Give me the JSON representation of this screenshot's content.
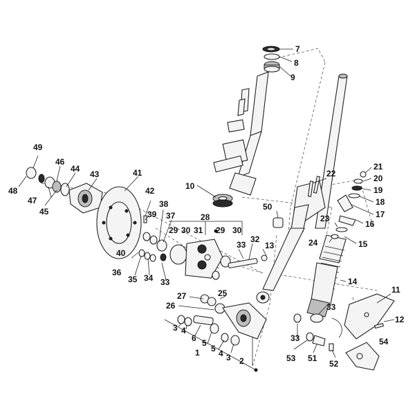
{
  "diagram": {
    "callouts": [
      {
        "id": "c7",
        "text": "7"
      },
      {
        "id": "c8",
        "text": "8"
      },
      {
        "id": "c9",
        "text": "9"
      },
      {
        "id": "c10",
        "text": "10"
      },
      {
        "id": "c11",
        "text": "11"
      },
      {
        "id": "c12",
        "text": "12"
      },
      {
        "id": "c13",
        "text": "13"
      },
      {
        "id": "c14",
        "text": "14"
      },
      {
        "id": "c15",
        "text": "15"
      },
      {
        "id": "c16",
        "text": "16"
      },
      {
        "id": "c17",
        "text": "17"
      },
      {
        "id": "c18",
        "text": "18"
      },
      {
        "id": "c19",
        "text": "19"
      },
      {
        "id": "c20",
        "text": "20"
      },
      {
        "id": "c21",
        "text": "21"
      },
      {
        "id": "c22",
        "text": "22"
      },
      {
        "id": "c23",
        "text": "23"
      },
      {
        "id": "c24",
        "text": "24"
      },
      {
        "id": "c25",
        "text": "25"
      },
      {
        "id": "c26",
        "text": "26"
      },
      {
        "id": "c27",
        "text": "27"
      },
      {
        "id": "c28",
        "text": "28"
      },
      {
        "id": "c29a",
        "text": "29"
      },
      {
        "id": "c29b",
        "text": "29"
      },
      {
        "id": "c30a",
        "text": "30"
      },
      {
        "id": "c30b",
        "text": "30"
      },
      {
        "id": "c31",
        "text": "31"
      },
      {
        "id": "c32",
        "text": "32"
      },
      {
        "id": "c33a",
        "text": "33"
      },
      {
        "id": "c33b",
        "text": "33"
      },
      {
        "id": "c33c",
        "text": "33"
      },
      {
        "id": "c33d",
        "text": "33"
      },
      {
        "id": "c34",
        "text": "34"
      },
      {
        "id": "c35",
        "text": "35"
      },
      {
        "id": "c36",
        "text": "36"
      },
      {
        "id": "c37",
        "text": "37"
      },
      {
        "id": "c38",
        "text": "38"
      },
      {
        "id": "c39",
        "text": "39"
      },
      {
        "id": "c40",
        "text": "40"
      },
      {
        "id": "c41",
        "text": "41"
      },
      {
        "id": "c42",
        "text": "42"
      },
      {
        "id": "c43",
        "text": "43"
      },
      {
        "id": "c44",
        "text": "44"
      },
      {
        "id": "c45",
        "text": "45"
      },
      {
        "id": "c46",
        "text": "46"
      },
      {
        "id": "c47",
        "text": "47"
      },
      {
        "id": "c48",
        "text": "48"
      },
      {
        "id": "c49",
        "text": "49"
      },
      {
        "id": "c50",
        "text": "50"
      },
      {
        "id": "c51",
        "text": "51"
      },
      {
        "id": "c52",
        "text": "52"
      },
      {
        "id": "c53",
        "text": "53"
      },
      {
        "id": "c54",
        "text": "54"
      },
      {
        "id": "c1",
        "text": "1"
      },
      {
        "id": "c2",
        "text": "2"
      },
      {
        "id": "c3a",
        "text": "3"
      },
      {
        "id": "c3b",
        "text": "3"
      },
      {
        "id": "c4a",
        "text": "4"
      },
      {
        "id": "c4b",
        "text": "4"
      },
      {
        "id": "c5a",
        "text": "5"
      },
      {
        "id": "c5b",
        "text": "5"
      },
      {
        "id": "c6",
        "text": "6"
      }
    ]
  }
}
